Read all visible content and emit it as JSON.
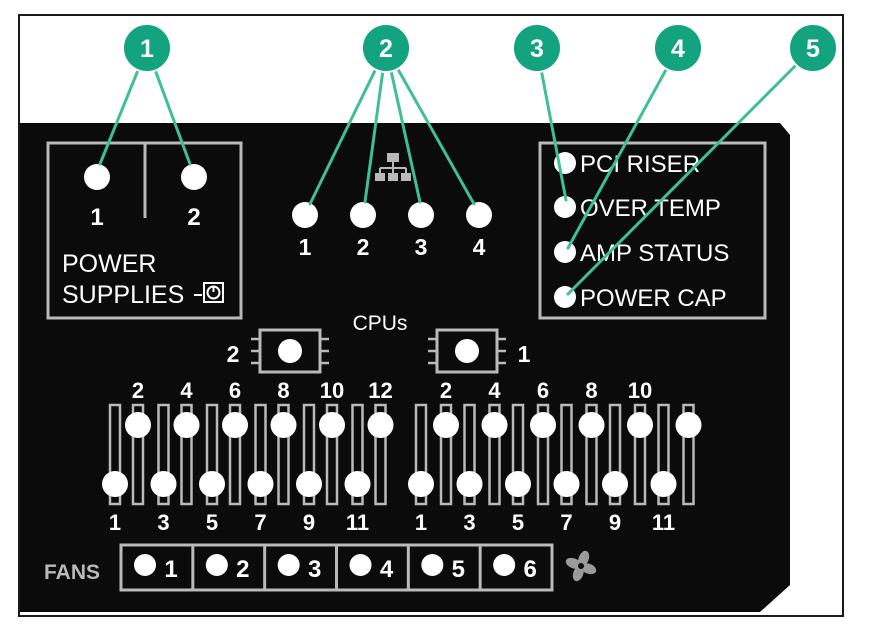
{
  "colors": {
    "panel": "#0b0b0b",
    "line": "#b9b9b9",
    "led": "#ffffff",
    "callout": "#14a37f",
    "leader": "#3fbf94"
  },
  "callouts": [
    "1",
    "2",
    "3",
    "4",
    "5"
  ],
  "power_supplies": {
    "leds": [
      "1",
      "2"
    ],
    "label_line1": "POWER",
    "label_line2": "SUPPLIES"
  },
  "network": {
    "icon": "network-icon",
    "ports": [
      "1",
      "2",
      "3",
      "4"
    ]
  },
  "status": {
    "items": [
      "PCI RISER",
      "OVER TEMP",
      "AMP STATUS",
      "POWER CAP"
    ]
  },
  "cpus": {
    "label": "CPUs",
    "left_num": "2",
    "right_num": "1"
  },
  "dimms": {
    "left_top": [
      "2",
      "4",
      "6",
      "8",
      "10",
      "12"
    ],
    "left_bottom": [
      "1",
      "3",
      "5",
      "7",
      "9",
      "11"
    ],
    "right_top": [
      "2",
      "4",
      "6",
      "8",
      "10"
    ],
    "right_bottom": [
      "1",
      "3",
      "5",
      "7",
      "9",
      "11"
    ]
  },
  "fans": {
    "label": "FANS",
    "items": [
      "1",
      "2",
      "3",
      "4",
      "5",
      "6"
    ],
    "icon": "fan-icon"
  }
}
